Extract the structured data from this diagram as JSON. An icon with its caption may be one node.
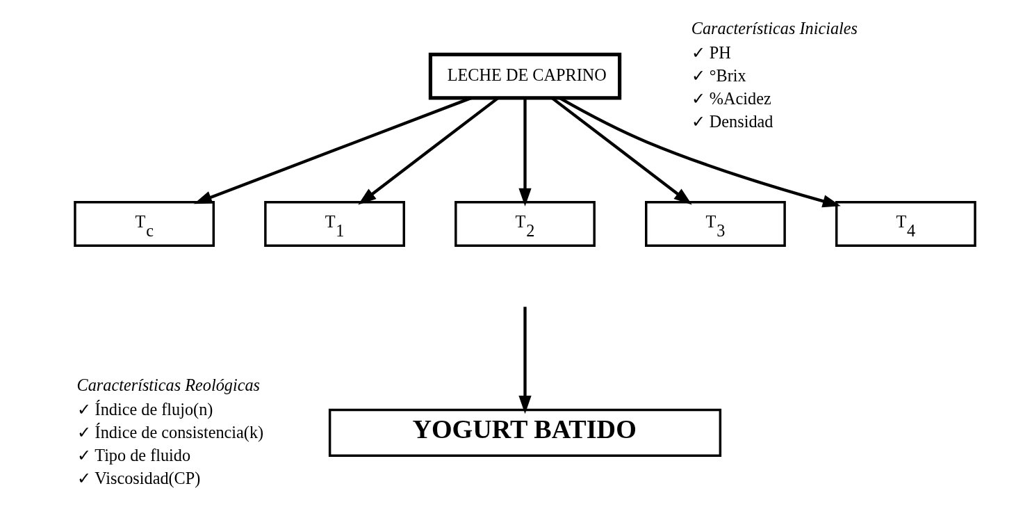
{
  "diagram": {
    "nodes": [
      {
        "text": [
          "LECHE DE CAPRINO"
        ]
      },
      {
        "text": [
          "T$_{c}$"
        ]
      },
      {
        "text": [
          "T$_{1}$"
        ]
      },
      {
        "text": [
          "T$_{2}$"
        ]
      },
      {
        "text": [
          "T$_{3}$"
        ]
      },
      {
        "text": [
          "T$_{4}$"
        ]
      },
      {
        "text": [
          "YOGURT BATIDO"
        ]
      }
    ],
    "edges": [
      {
        "from": 0,
        "to": 1,
        "arrow": "to"
      },
      {
        "from": 0,
        "to": 2,
        "arrow": "to"
      },
      {
        "from": 0,
        "to": 3,
        "arrow": "to"
      },
      {
        "from": 0,
        "to": 4,
        "arrow": "to"
      },
      {
        "from": 0,
        "to": 5,
        "arrow": "to"
      },
      {
        "from": null,
        "to": 6,
        "arrow": "to"
      }
    ],
    "labels": [
      "Características Iniciales",
      "✓ PH",
      "✓ °Brix",
      "✓ %Acidez",
      "✓ Densidad",
      "Características Reológicas",
      "✓ Índice de flujo(n)",
      "✓ Índice de consistencia(k)",
      "✓ Tipo de fluido",
      "✓ Viscosidad(CP)"
    ]
  }
}
